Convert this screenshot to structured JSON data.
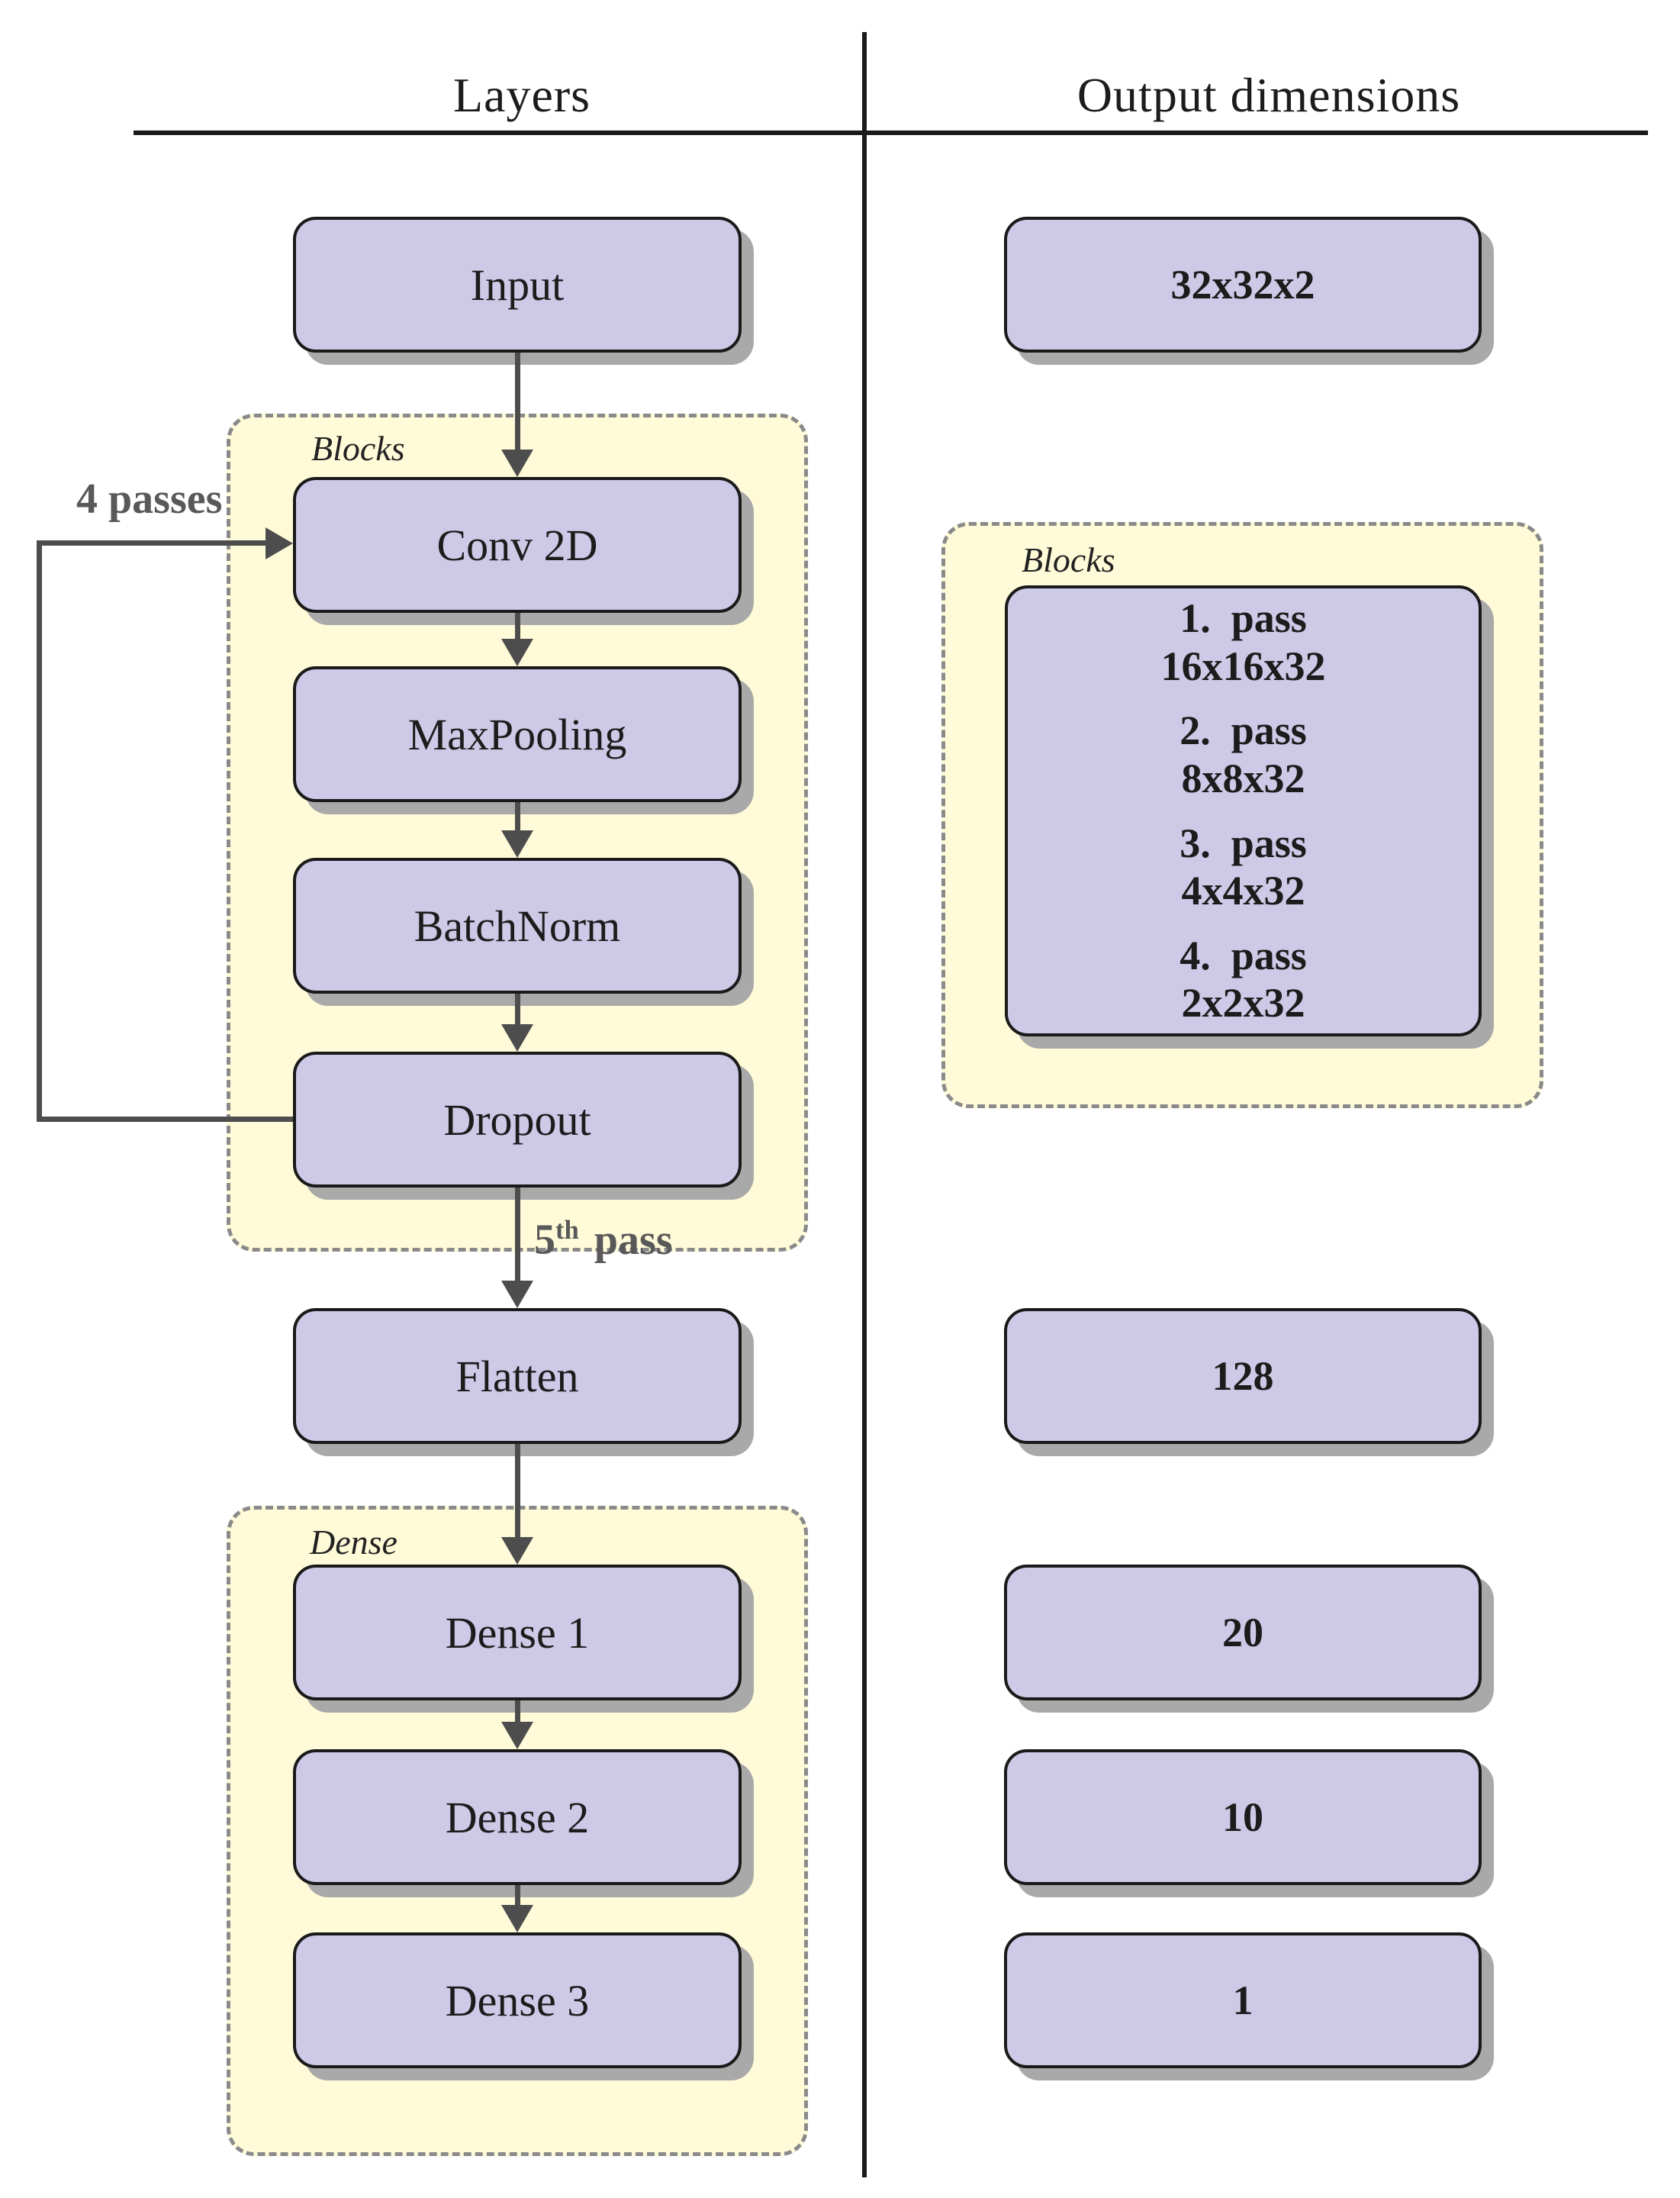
{
  "header": {
    "left": "Layers",
    "right": "Output dimensions"
  },
  "layers_column": {
    "input_label": "Input",
    "blocks_group_label": "Blocks",
    "blocks_layers": [
      "Conv 2D",
      "MaxPooling",
      "BatchNorm",
      "Dropout"
    ],
    "loop_label": "4 passes",
    "fifth_pass": {
      "num": "5",
      "sup": "th",
      "word": "pass"
    },
    "flatten_label": "Flatten",
    "dense_group_label": "Dense",
    "dense_layers": [
      "Dense 1",
      "Dense 2",
      "Dense 3"
    ]
  },
  "output_column": {
    "input_dim": "32x32x2",
    "blocks_group_label": "Blocks",
    "passes": [
      {
        "label": "1.  pass",
        "dim": "16x16x32"
      },
      {
        "label": "2.  pass",
        "dim": "8x8x32"
      },
      {
        "label": "3.  pass",
        "dim": "4x4x32"
      },
      {
        "label": "4.  pass",
        "dim": "2x2x32"
      }
    ],
    "flatten_dim": "128",
    "dense_dims": [
      "20",
      "10",
      "1"
    ]
  },
  "colors": {
    "box_fill": "#cdc9e6",
    "group_fill": "#fffbd8",
    "box_border": "#1a1a1a",
    "shadow": "#a9a9a9",
    "dashed_border": "#8a8a8a",
    "arrow": "#4d4d4d",
    "gray_label": "#595959",
    "text": "#1c1c1c",
    "rule": "#1a1a1a"
  }
}
